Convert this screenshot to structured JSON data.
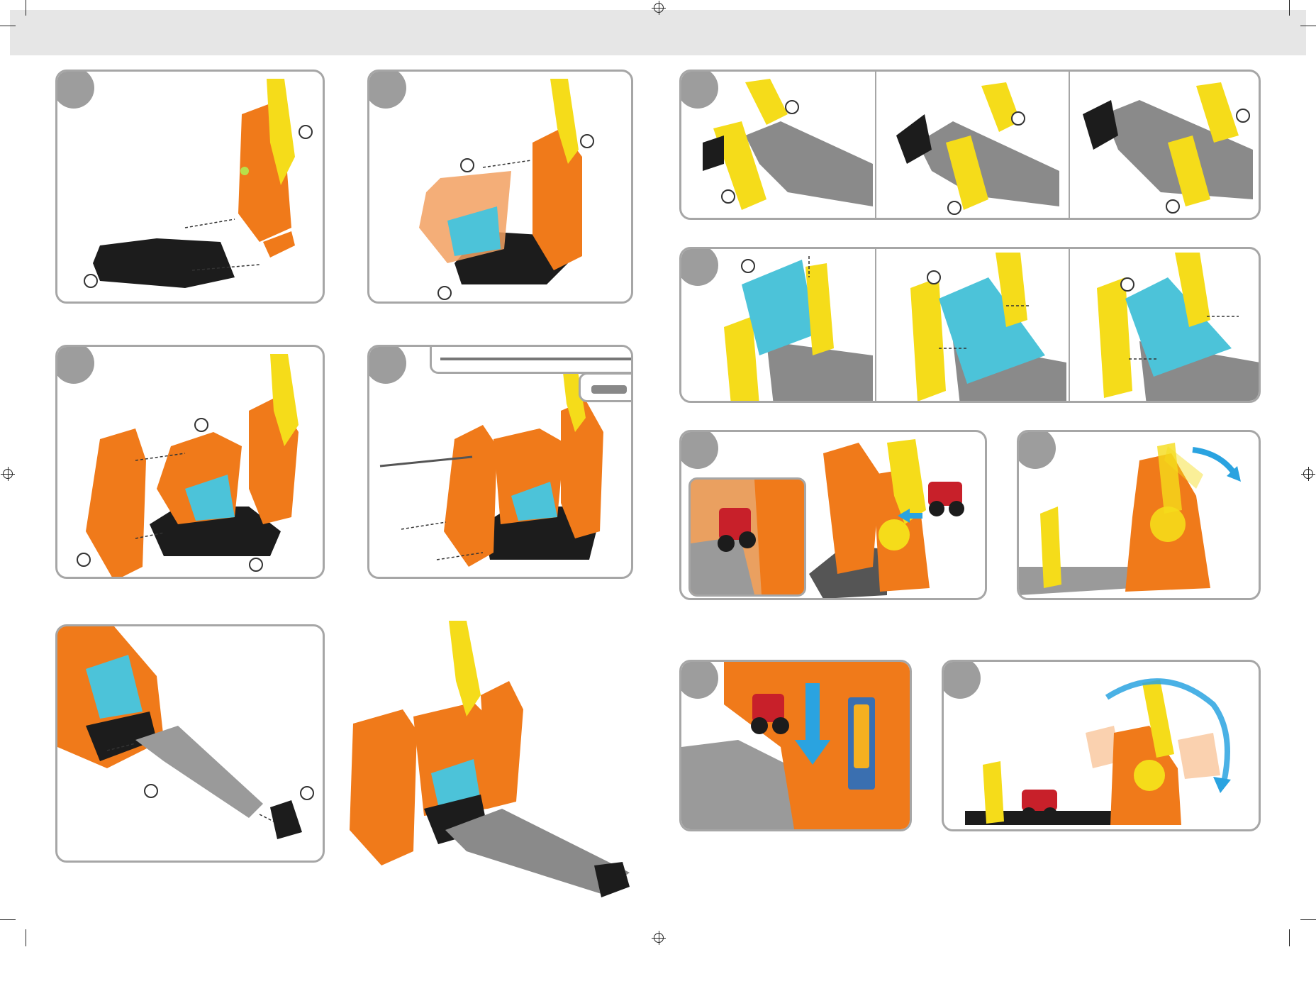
{
  "page": {
    "header_band_color": "#e6e6e6",
    "panel_border_color": "#a6a6a6",
    "step_badge_color": "#9d9d9d"
  },
  "colors": {
    "orange": "#f07a1a",
    "orange_dark": "#c85a0c",
    "yellow": "#f5dc1a",
    "black_base": "#1c1c1c",
    "track_gray": "#8a8a8a",
    "ramp_blue": "#4cc3d9",
    "arrow_blue": "#2aa3e0",
    "truck_red": "#c8202a"
  },
  "icons": [
    "registration-mark-icon",
    "crop-mark-icon",
    "dashed-arrow-icon",
    "curved-motion-arrow-icon",
    "down-arrow-icon"
  ],
  "steps": [
    {
      "id": 1,
      "callouts": 3
    },
    {
      "id": 2,
      "callouts": 3
    },
    {
      "id": 3,
      "callouts": 3
    },
    {
      "id": 4,
      "callouts": 0
    },
    {
      "id": 5,
      "callouts": 2
    },
    {
      "id": 6,
      "callouts": 6,
      "subpanels": 3
    },
    {
      "id": 7,
      "callouts": 3,
      "subpanels": 3
    },
    {
      "id": 8,
      "callouts": 0
    },
    {
      "id": 9,
      "callouts": 0
    },
    {
      "id": 10,
      "callouts": 0
    },
    {
      "id": 11,
      "callouts": 0
    }
  ]
}
